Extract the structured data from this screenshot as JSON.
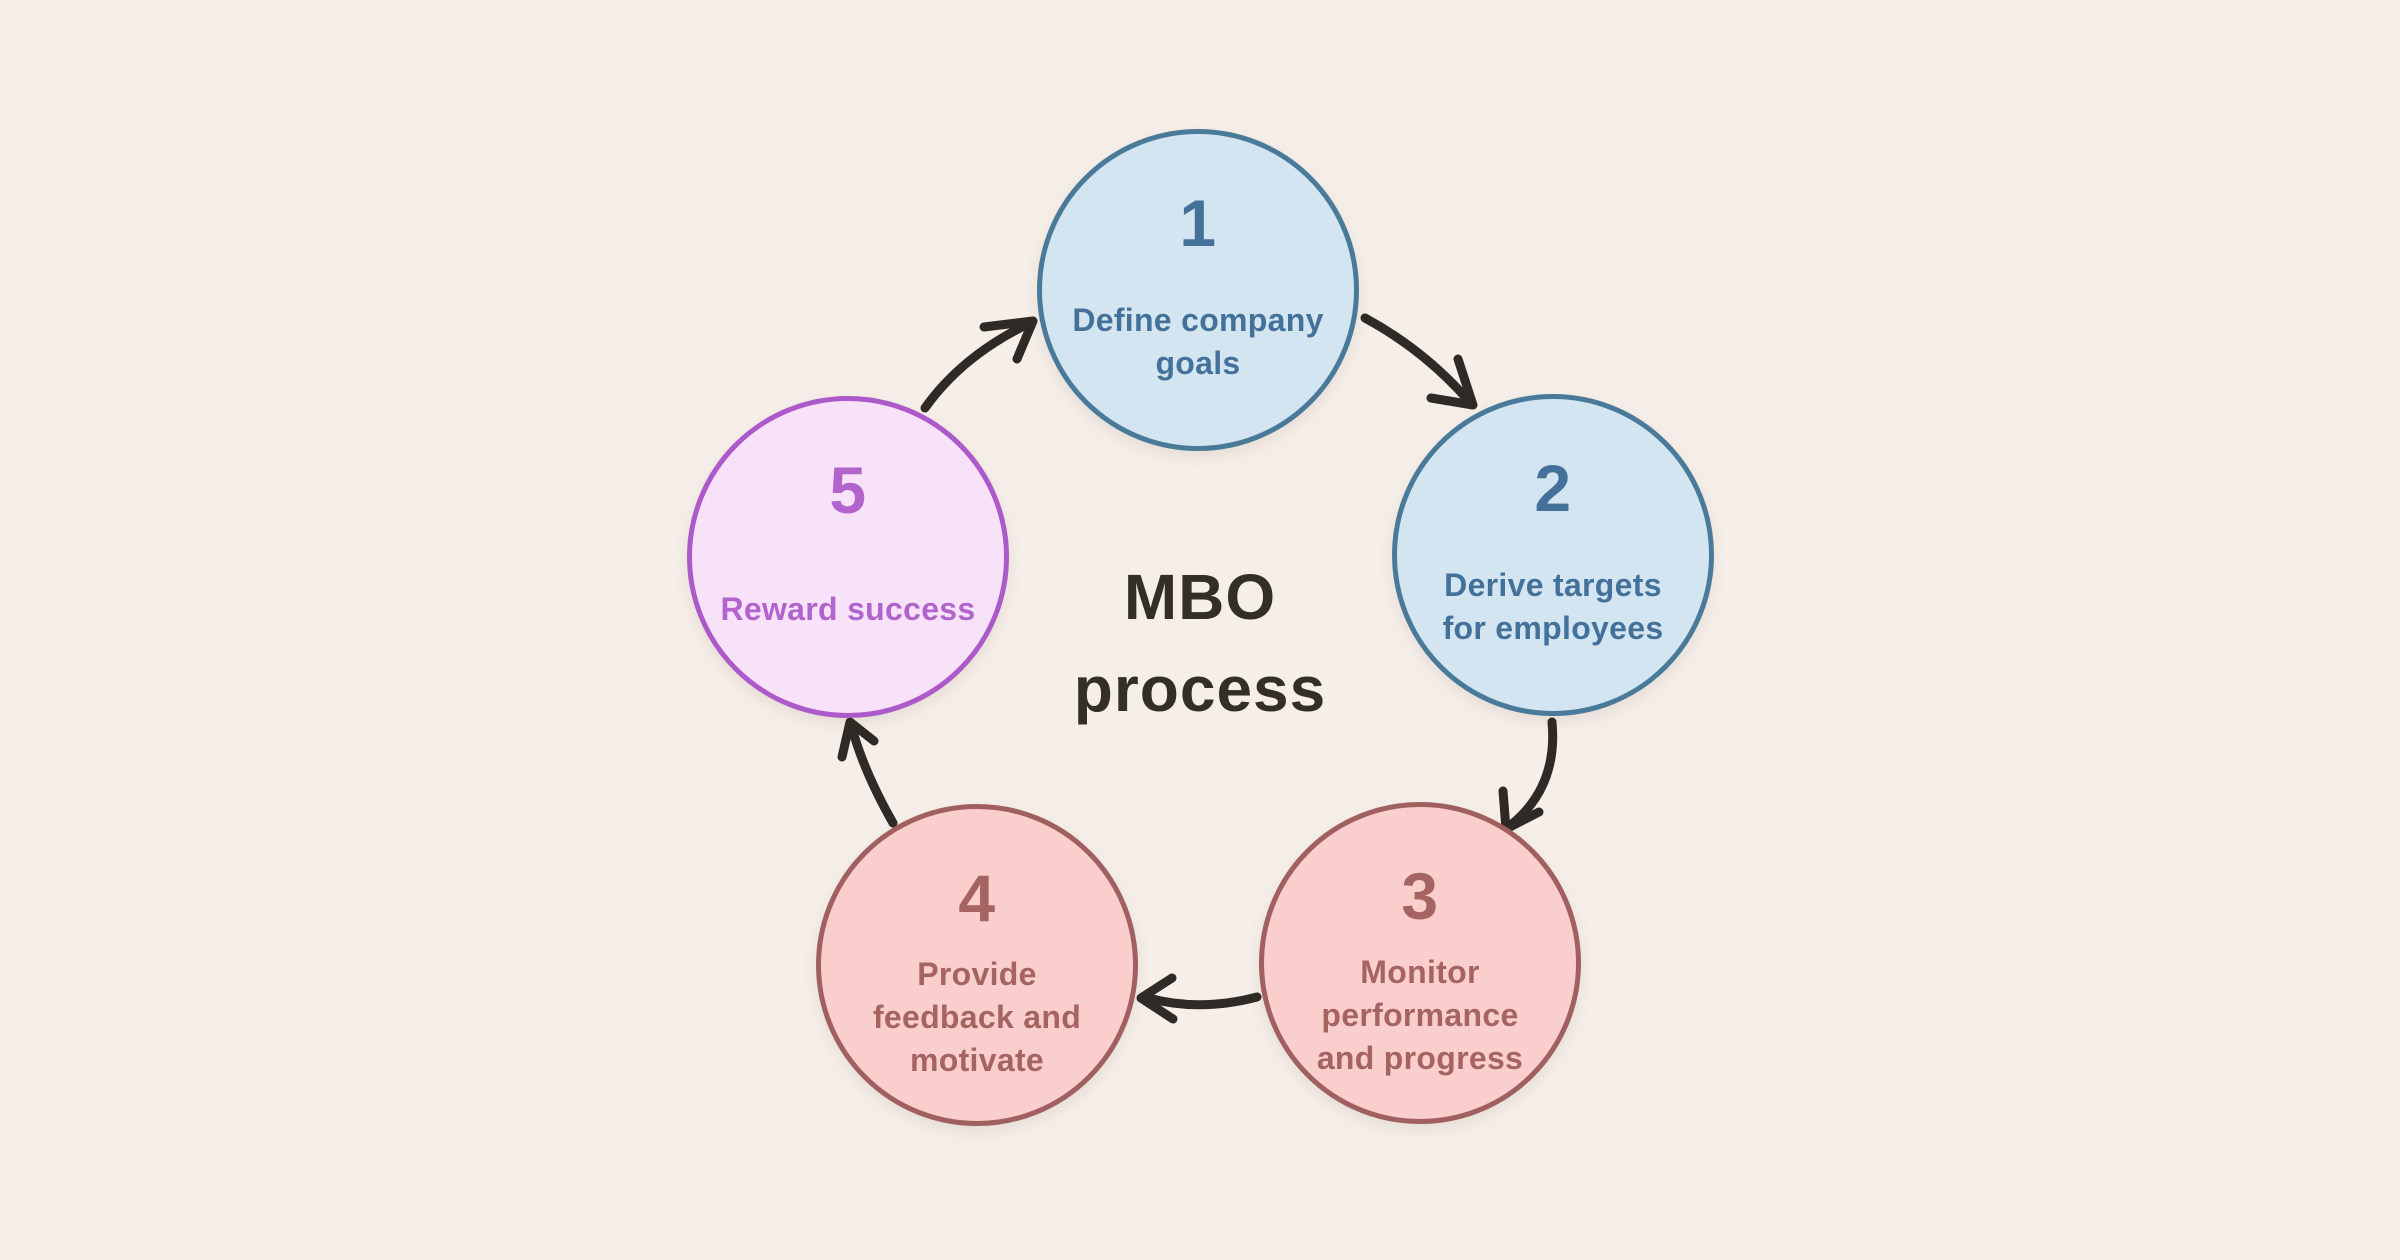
{
  "title": {
    "line1": "MBO",
    "line2": "process"
  },
  "steps": [
    {
      "number": "1",
      "label": "Define company goals",
      "lines": [
        "Define company",
        "goals"
      ],
      "fill": "#d3e5f1",
      "border": "#4a7a99",
      "text": "#44719a"
    },
    {
      "number": "2",
      "label": "Derive targets for employees",
      "lines": [
        "Derive targets",
        "for employees"
      ],
      "fill": "#d3e5f1",
      "border": "#4a7a99",
      "text": "#44719a"
    },
    {
      "number": "3",
      "label": "Monitor performance and progress",
      "lines": [
        "Monitor",
        "performance",
        "and progress"
      ],
      "fill": "#f9cecd",
      "border": "#a0605f",
      "text": "#a56462"
    },
    {
      "number": "4",
      "label": "Provide feedback and motivate",
      "lines": [
        "Provide",
        "feedback and",
        "motivate"
      ],
      "fill": "#f9cecd",
      "border": "#a0605f",
      "text": "#a56462"
    },
    {
      "number": "5",
      "label": "Reward success",
      "lines": [
        "Reward success"
      ],
      "fill": "#f7e2f9",
      "border": "#ac59c9",
      "text": "#b164cc"
    }
  ],
  "arrows": [
    {
      "from": "1",
      "to": "2"
    },
    {
      "from": "2",
      "to": "3"
    },
    {
      "from": "3",
      "to": "4"
    },
    {
      "from": "4",
      "to": "5"
    },
    {
      "from": "5",
      "to": "1"
    }
  ],
  "colors": {
    "background": "#f6efe9",
    "ink": "#2f2a25",
    "blue_fill": "#d3e5f1",
    "blue_border": "#4a7a99",
    "pink_fill": "#f9cecd",
    "pink_border": "#a0605f",
    "purple_fill": "#f7e2f9",
    "purple_border": "#ac59c9"
  }
}
